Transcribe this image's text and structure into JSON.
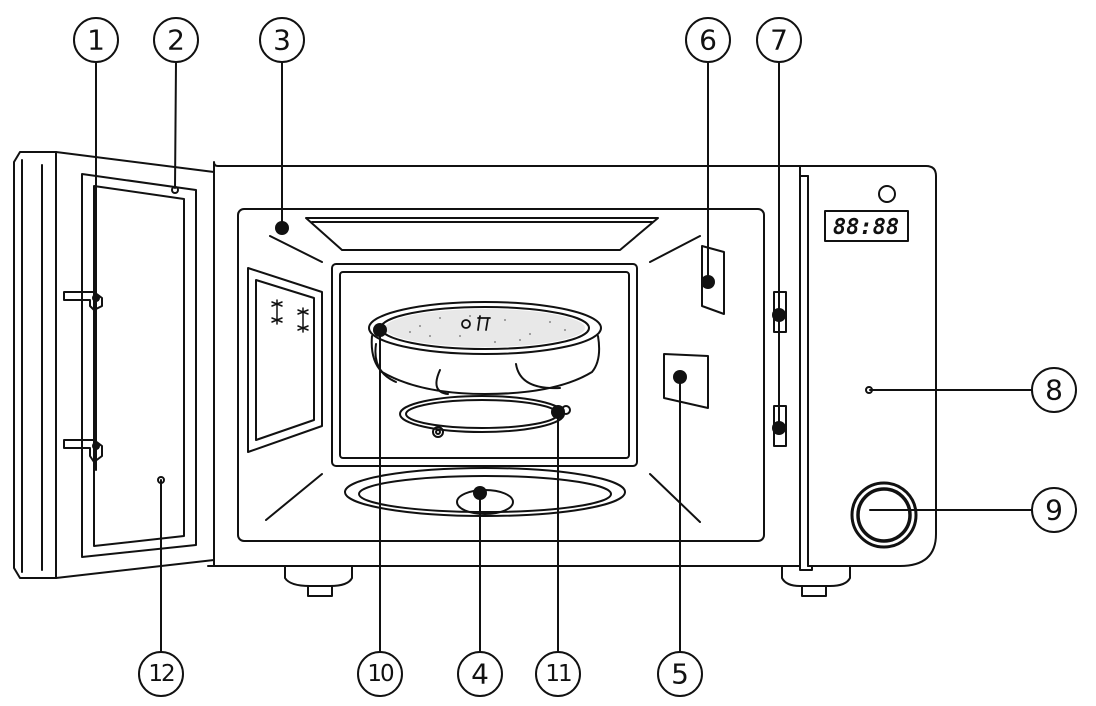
{
  "callouts": [
    {
      "id": 1,
      "label": "1"
    },
    {
      "id": 2,
      "label": "2"
    },
    {
      "id": 3,
      "label": "3"
    },
    {
      "id": 4,
      "label": "4"
    },
    {
      "id": 5,
      "label": "5"
    },
    {
      "id": 6,
      "label": "6"
    },
    {
      "id": 7,
      "label": "7"
    },
    {
      "id": 8,
      "label": "8"
    },
    {
      "id": 9,
      "label": "9"
    },
    {
      "id": 10,
      "label": "10"
    },
    {
      "id": 11,
      "label": "11"
    },
    {
      "id": 12,
      "label": "12"
    }
  ],
  "display": {
    "readout": "88:88"
  },
  "colors": {
    "line": "#111111",
    "background": "#ffffff"
  }
}
